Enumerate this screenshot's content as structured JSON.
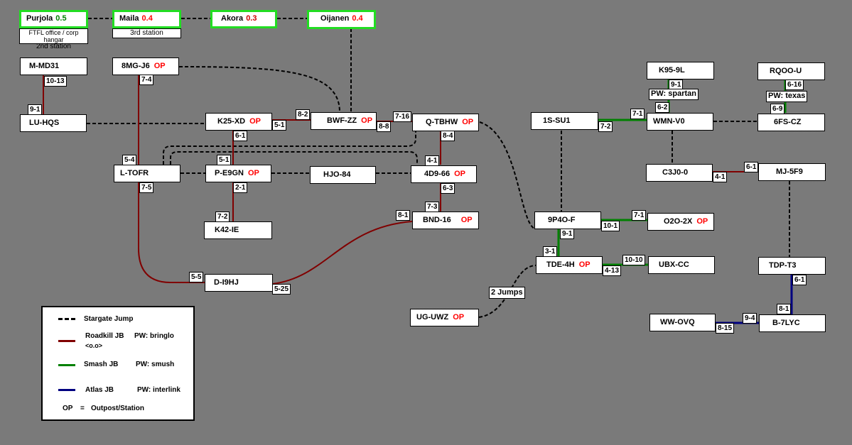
{
  "title": "Jump bridge map",
  "colors": {
    "roadkill": "#800000",
    "smash": "#008000",
    "atlas": "#000080",
    "stargate": "#000000",
    "op": "#ff0000",
    "sec_high": "#008000",
    "sec_low": "#ff0000",
    "highlight_border": "#22dd22"
  },
  "top_systems": [
    {
      "name": "Purjola",
      "security": "0.5",
      "note_line1": "FTFL office / corp hangar",
      "note_line2": "2nd station"
    },
    {
      "name": "Maila",
      "security": "0.4",
      "note_line1": "3rd station"
    },
    {
      "name": "Akora",
      "security": "0.3"
    },
    {
      "name": "Oijanen",
      "security": "0.4"
    }
  ],
  "systems": {
    "mmd31": {
      "name": "M-MD31"
    },
    "8mgj6": {
      "name": "8MG-J6",
      "op": "OP"
    },
    "luhqs": {
      "name": "LU-HQS"
    },
    "k25xd": {
      "name": "K25-XD",
      "op": "OP"
    },
    "bwfzz": {
      "name": "BWF-ZZ",
      "op": "OP"
    },
    "qtbhw": {
      "name": "Q-TBHW",
      "op": "OP"
    },
    "ltofr": {
      "name": "L-TOFR"
    },
    "pe9gn": {
      "name": "P-E9GN",
      "op": "OP"
    },
    "hjo84": {
      "name": "HJO-84"
    },
    "4d966": {
      "name": "4D9-66",
      "op": "OP"
    },
    "k42ie": {
      "name": "K42-IE"
    },
    "bnd16": {
      "name": "BND-16",
      "op": "OP"
    },
    "di9hj": {
      "name": "D-I9HJ"
    },
    "ugUwz": {
      "name": "UG-UWZ",
      "op": "OP"
    },
    "1ssu1": {
      "name": "1S-SU1"
    },
    "k959l": {
      "name": "K95-9L"
    },
    "wmnv0": {
      "name": "WMN-V0"
    },
    "rqoou": {
      "name": "RQOO-U"
    },
    "6fscz": {
      "name": "6FS-CZ"
    },
    "c3j00": {
      "name": "C3J0-0"
    },
    "mj5f9": {
      "name": "MJ-5F9"
    },
    "9p4of": {
      "name": "9P4O-F"
    },
    "o2o2x": {
      "name": "O2O-2X",
      "op": "OP"
    },
    "tde4h": {
      "name": "TDE-4H",
      "op": "OP"
    },
    "ubxcc": {
      "name": "UBX-CC"
    },
    "tdpt3": {
      "name": "TDP-T3"
    },
    "ww0vq": {
      "name": "WW-OVQ"
    },
    "b7lyc": {
      "name": "B-7LYC"
    }
  },
  "bridge_labels": [
    "10-13",
    "9-1",
    "7-4",
    "5-4",
    "7-5",
    "6-1",
    "5-1",
    "5-1",
    "2-1",
    "7-2",
    "8-2",
    "8-8",
    "7-16",
    "8-4",
    "4-1",
    "6-3",
    "7-3",
    "8-1",
    "5-5",
    "5-25",
    "9-1",
    "6-2",
    "7-1",
    "7-2",
    "6-16",
    "6-9",
    "4-1",
    "6-1",
    "9-1",
    "10-1",
    "7-1",
    "3-1",
    "4-13",
    "10-10",
    "6-1",
    "8-1",
    "9-4",
    "8-15"
  ],
  "passwords": {
    "k95": "PW: spartan",
    "rqoo": "PW: texas"
  },
  "jumps_label": "2 Jumps",
  "legend": {
    "stargate": "Stargate Jump",
    "roadkill": "Roadkill JB",
    "roadkill_pw": "PW: bringlo",
    "roadkill_extra": "<o.o>",
    "smash": "Smash JB",
    "smash_pw": "PW: smush",
    "atlas": "Atlas JB",
    "atlas_pw": "PW: interlink",
    "op_key": "OP",
    "op_eq": "=",
    "op_desc": "Outpost/Station"
  }
}
